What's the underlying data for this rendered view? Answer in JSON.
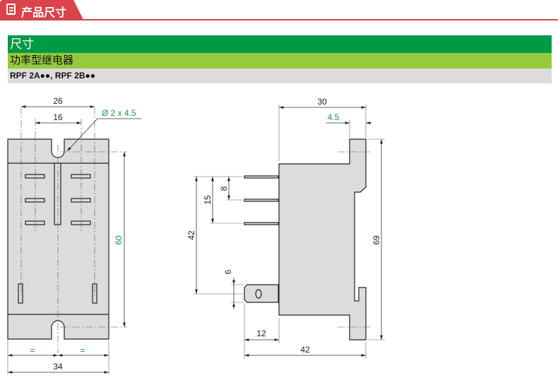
{
  "header": {
    "title": "产品尺寸",
    "icon": "document-icon"
  },
  "section": {
    "title": "尺寸",
    "subtitle": "功率型继电器",
    "models": "RPF 2A●●, RPF 2B●●"
  },
  "front_view": {
    "dim_26": "26",
    "dim_16": "16",
    "hole_label": "Ø 2 x 4.5",
    "dim_60": "60",
    "equal_left": "=",
    "equal_right": "=",
    "dim_34": "34"
  },
  "side_view": {
    "dim_30": "30",
    "dim_4_5": "4.5",
    "dim_69": "69",
    "dim_42_v": "42",
    "dim_15": "15",
    "dim_8": "8",
    "dim_6": "6",
    "dim_12": "12",
    "dim_42_h": "42"
  },
  "colors": {
    "header_red": "#d9434a",
    "green": "#009a44",
    "lime": "#97c93d",
    "gray": "#dcdcdc"
  }
}
